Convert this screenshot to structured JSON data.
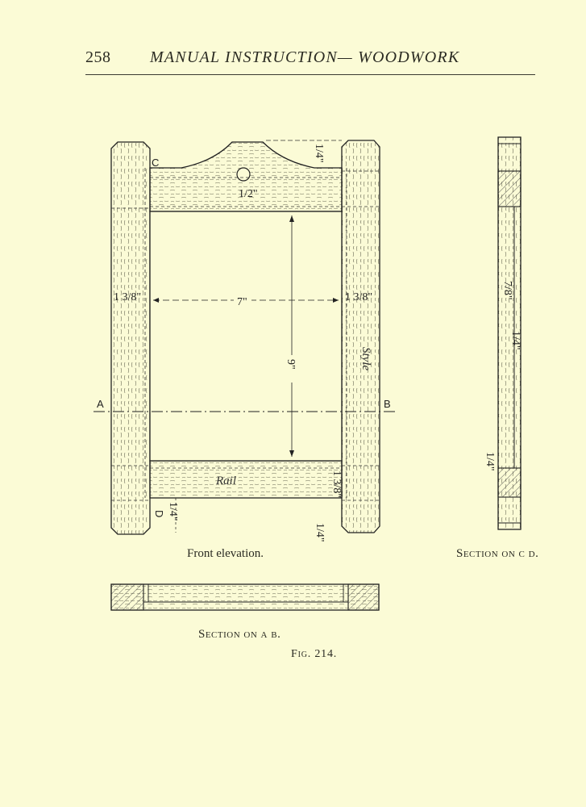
{
  "header": {
    "page_number": "258",
    "running_title": "MANUAL INSTRUCTION— WOODWORK"
  },
  "captions": {
    "front_elevation": "Front elevation.",
    "section_cd": "Section on c d.",
    "section_ab": "Section on a b.",
    "figure": "Fig. 214."
  },
  "labels": {
    "point_a": "A",
    "point_b": "B",
    "point_c": "C",
    "point_d": "D",
    "stile": "Style",
    "rail": "Rail"
  },
  "dimensions": {
    "top_quarter": "1/4\"",
    "hole": "1/2\"",
    "left_stile_width": "1 3/8\"",
    "right_stile_width": "1 3/8\"",
    "opening_width": "7\"",
    "opening_height": "9\"",
    "rail_width": "1 3/8\"",
    "bottom_quarter_left": "1/4\"",
    "bottom_quarter_right": "1/4\"",
    "section_thickness": "7/8\"",
    "section_quarter": "1/4\"",
    "section_quarter_lower": "1/4\""
  }
}
